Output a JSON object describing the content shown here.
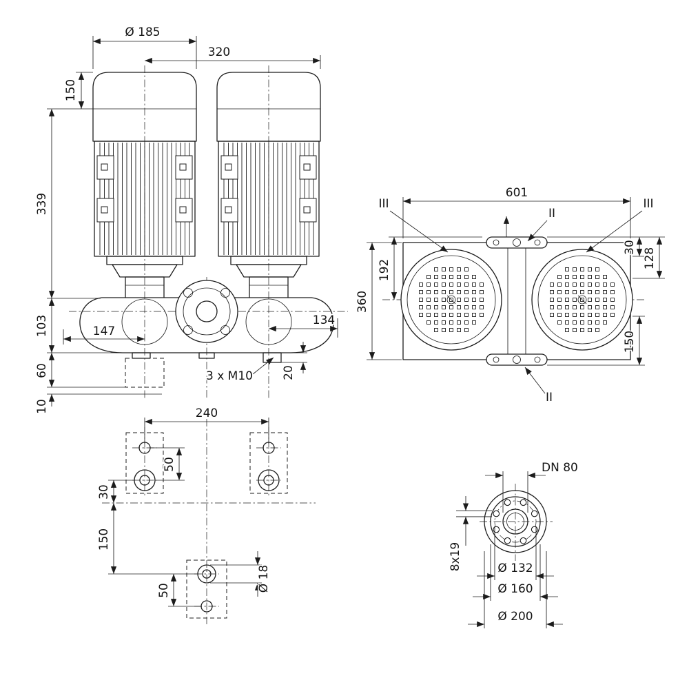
{
  "front_view": {
    "dia_motor": "Ø 185",
    "dim_320": "320",
    "dim_150": "150",
    "dim_339": "339",
    "dim_103": "103",
    "dim_147": "147",
    "dim_134": "134",
    "dim_60": "60",
    "dim_10": "10",
    "dim_20": "20",
    "bolt_note": "3 x M10"
  },
  "top_view": {
    "dim_601": "601",
    "dim_192": "192",
    "dim_360": "360",
    "dim_30": "30",
    "dim_128": "128",
    "dim_150": "150",
    "section_iii": "III",
    "section_ii": "II"
  },
  "foundation_view": {
    "dim_240": "240",
    "dim_50_upper": "50",
    "dim_30": "30",
    "dim_150": "150",
    "dim_50_lower": "50",
    "hole_dia": "Ø 18"
  },
  "flange_view": {
    "nominal": "DN 80",
    "holes": "8x19",
    "bolt_circle": "Ø 132",
    "pilot": "Ø 160",
    "outer": "Ø 200"
  }
}
